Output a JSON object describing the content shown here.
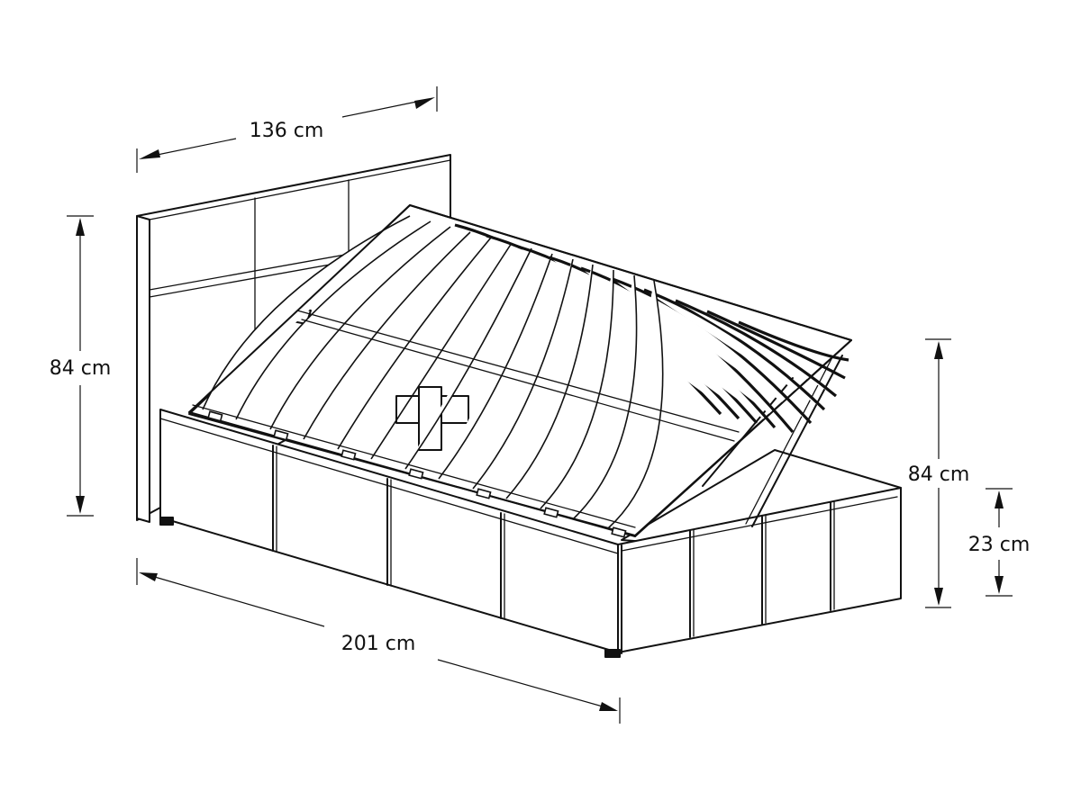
{
  "dimensions": {
    "headboard_width": "136 cm",
    "total_height": "84 cm",
    "lifted_height": "84 cm",
    "base_height": "23 cm",
    "length": "201 cm"
  }
}
